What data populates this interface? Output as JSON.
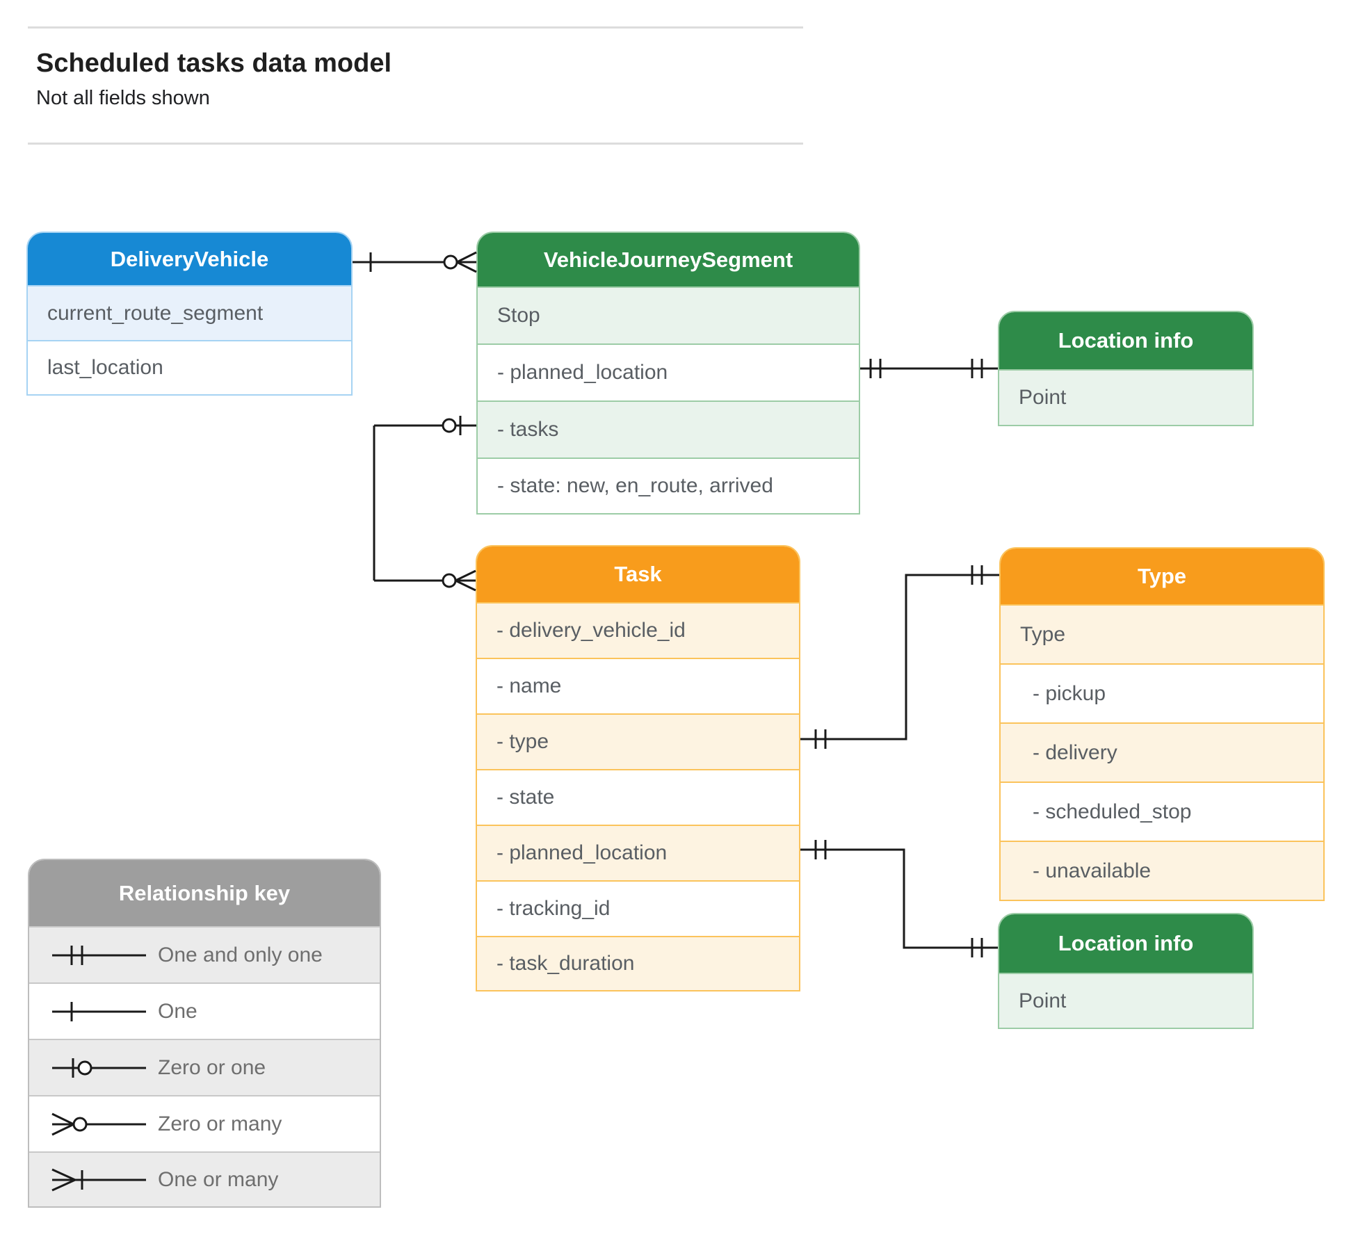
{
  "page": {
    "title": "Scheduled tasks data model",
    "subtitle": "Not all fields shown"
  },
  "colors": {
    "blue_header": "#1789d4",
    "green_header": "#2e8b49",
    "orange_header": "#f89c1c",
    "gray_header": "#9e9e9e",
    "blue_row_tint": "#e8f1fb",
    "green_row_tint": "#e9f3ec",
    "orange_row_tint": "#fdf3e1",
    "gray_row_tint": "#ebebeb",
    "row_text": "#595e63",
    "wire": "#1a1a1a"
  },
  "tables": {
    "delivery_vehicle": {
      "title": "DeliveryVehicle",
      "rows": [
        "current_route_segment",
        "last_location"
      ]
    },
    "vehicle_journey_segment": {
      "title": "VehicleJourneySegment",
      "rows": [
        "Stop",
        "- planned_location",
        "- tasks",
        "- state: new, en_route, arrived"
      ]
    },
    "location_info_top": {
      "title": "Location info",
      "rows": [
        "Point"
      ]
    },
    "task": {
      "title": "Task",
      "rows": [
        "- delivery_vehicle_id",
        "- name",
        "- type",
        "- state",
        "- planned_location",
        "- tracking_id",
        "- task_duration"
      ]
    },
    "type": {
      "title": "Type",
      "rows": [
        "Type",
        "- pickup",
        "- delivery",
        "- scheduled_stop",
        "- unavailable"
      ]
    },
    "location_info_bottom": {
      "title": "Location info",
      "rows": [
        "Point"
      ]
    }
  },
  "legend": {
    "title": "Relationship key",
    "items": [
      {
        "symbol": "one-and-only-one",
        "label": "One and only one"
      },
      {
        "symbol": "one",
        "label": "One"
      },
      {
        "symbol": "zero-or-one",
        "label": "Zero or one"
      },
      {
        "symbol": "zero-or-many",
        "label": "Zero or many"
      },
      {
        "symbol": "one-or-many",
        "label": "One or many"
      }
    ]
  }
}
